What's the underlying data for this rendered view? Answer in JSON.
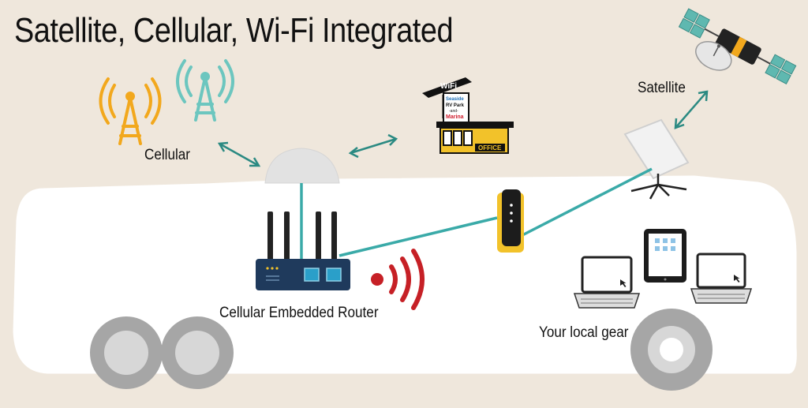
{
  "title": "Satellite, Cellular, Wi-Fi Integrated",
  "labels": {
    "cellular": "Cellular",
    "satellite": "Satellite",
    "router": "Cellular Embedded Router",
    "local_gear": "Your local gear"
  },
  "sign": {
    "wifi": "WiFi",
    "park_line1": "Seaside",
    "park_line2": "RV Park",
    "park_line3": "-and-",
    "park_line4": "Marina",
    "office": "OFFICE"
  },
  "colors": {
    "background": "#efe7dc",
    "rv_body": "#ffffff",
    "link_teal": "#3aaaa8",
    "arrow_teal": "#2b8a82",
    "tower_orange": "#f2a81d",
    "tower_teal": "#6cc6bf",
    "router_navy": "#1f3a5c",
    "wifi_red": "#c62026",
    "puck_yellow": "#f2c22a",
    "wheel_gray": "#a6a6a6"
  },
  "icons": [
    "cell-tower-orange-icon",
    "cell-tower-teal-icon",
    "satellite-icon",
    "dome-antenna-icon",
    "campground-office-icon",
    "satellite-dish-icon",
    "router-icon",
    "wifi-signal-icon",
    "access-point-icon",
    "laptop-icon",
    "tablet-icon"
  ]
}
